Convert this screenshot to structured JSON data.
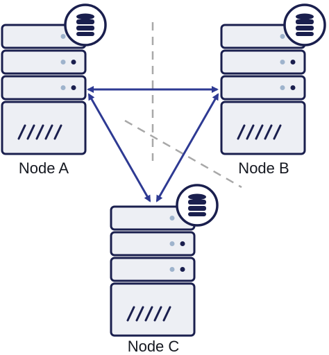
{
  "colors": {
    "outline": "#1a1f4e",
    "server_fill": "#edeff4",
    "led_light": "#9eb3cc",
    "led_dark": "#1a1f4e",
    "arrow": "#2e3a93",
    "dashed": "#a8a8a8",
    "badge_fill": "#ffffff",
    "label_text": "#14171f"
  },
  "nodes": [
    {
      "id": "a",
      "label": "Node A",
      "icon": "server-icon",
      "badge_icon": "database-icon"
    },
    {
      "id": "b",
      "label": "Node B",
      "icon": "server-icon",
      "badge_icon": "database-icon"
    },
    {
      "id": "c",
      "label": "Node C",
      "icon": "server-icon",
      "badge_icon": "database-icon"
    }
  ],
  "connections": [
    {
      "from": "a",
      "to": "b",
      "bidirectional": true
    },
    {
      "from": "a",
      "to": "c",
      "bidirectional": true
    },
    {
      "from": "b",
      "to": "c",
      "bidirectional": true
    }
  ],
  "partition_lines": 2
}
